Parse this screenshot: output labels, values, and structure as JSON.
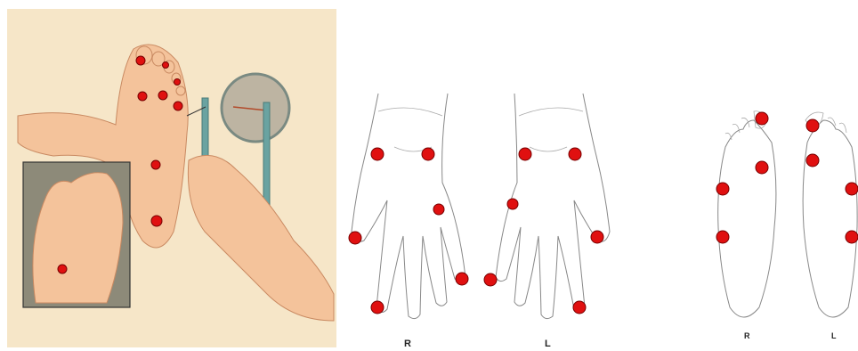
{
  "colors": {
    "dot": "#e01010",
    "illustration_background": "#f6e6c8",
    "inset_background": "#8d8a79",
    "skin": "#f4c39b",
    "test_rod": "#6aa3a1"
  },
  "hands_figure": {
    "right_label": "R",
    "left_label": "L"
  },
  "feet_figure": {
    "right_label": "R",
    "left_label": "L"
  },
  "icons": [
    "monofilament-icon",
    "magnifier-icon"
  ]
}
